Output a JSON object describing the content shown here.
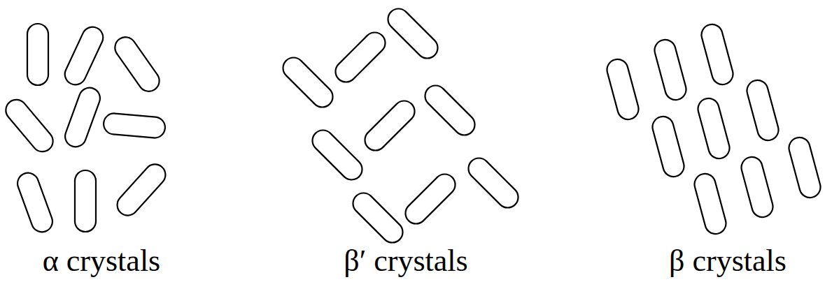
{
  "diagram": {
    "labels": [
      "α crystals",
      "β′ crystals",
      "β crystals"
    ]
  }
}
